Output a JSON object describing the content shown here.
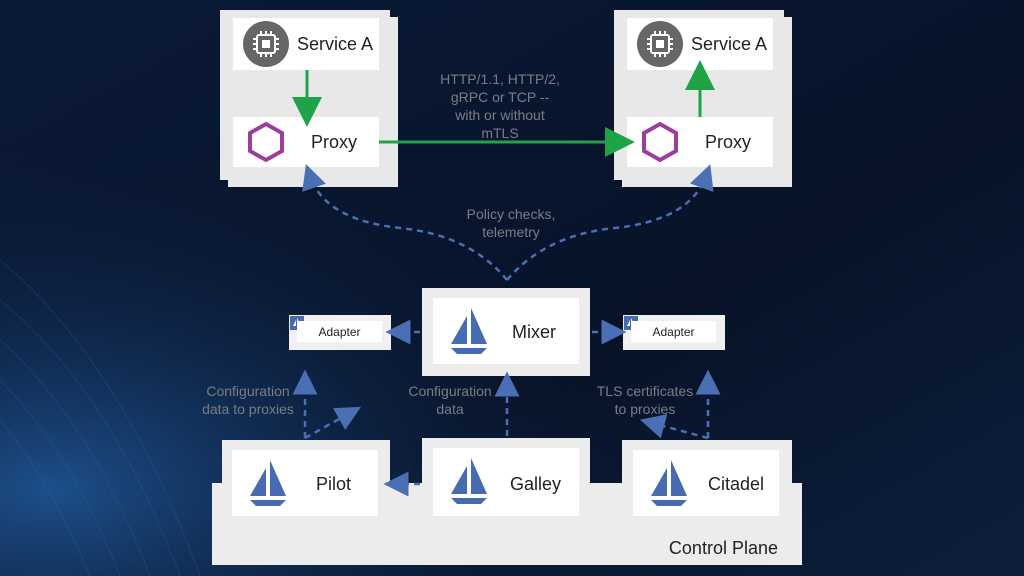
{
  "service_left": {
    "title": "Service A",
    "proxy": "Proxy"
  },
  "service_right": {
    "title": "Service A",
    "proxy": "Proxy"
  },
  "notes": {
    "traffic_line1": "HTTP/1.1, HTTP/2,",
    "traffic_line2": "gRPC or TCP --",
    "traffic_line3": "with or without",
    "traffic_line4": "mTLS",
    "policy_line1": "Policy checks,",
    "policy_line2": "telemetry",
    "config_proxies_line1": "Configuration",
    "config_proxies_line2": "data to proxies",
    "config_data_line1": "Configuration",
    "config_data_line2": "data",
    "tls_line1": "TLS certificates",
    "tls_line2": "to proxies"
  },
  "mixer": {
    "label": "Mixer"
  },
  "adapters": {
    "left": "Adapter",
    "right": "Adapter"
  },
  "control_plane": {
    "label": "Control Plane",
    "pilot": "Pilot",
    "galley": "Galley",
    "citadel": "Citadel"
  },
  "colors": {
    "green_arrow": "#1ea446",
    "blue_dashed": "#4a6fb5",
    "hexagon": "#9c3d9c",
    "sail": "#466bb0",
    "chip_icon_bg": "#666666"
  },
  "icons": [
    "chip-icon",
    "hexagon-icon",
    "sailboat-icon",
    "adapter-icon"
  ]
}
